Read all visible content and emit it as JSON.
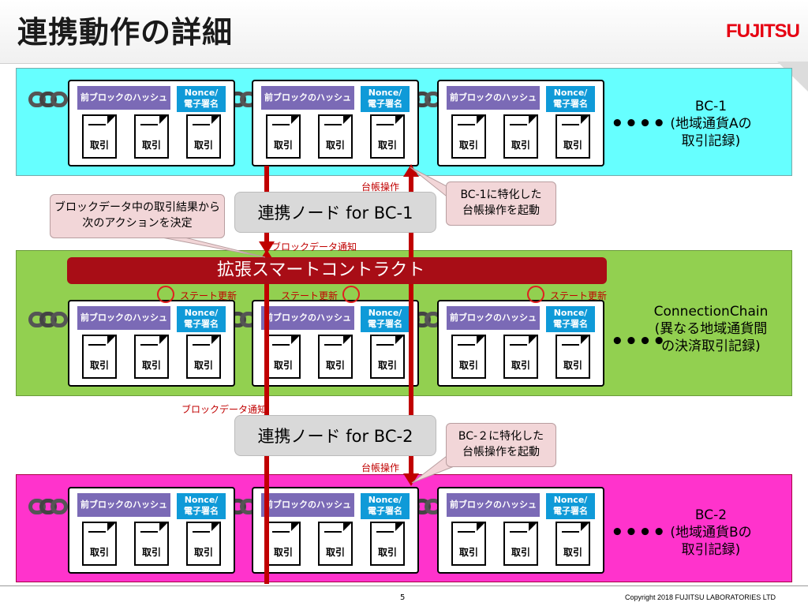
{
  "title": "連携動作の詳細",
  "logo": "FUJITSU",
  "block": {
    "prev_hash": "前ブロックのハッシュ",
    "nonce_line1": "Nonce/",
    "nonce_line2": "電子署名",
    "tx": "取引"
  },
  "ellipsis": "••••",
  "bands": {
    "bc1": {
      "line1": "BC-1",
      "line2": "(地域通貨Aの",
      "line3": "取引記録)"
    },
    "cc": {
      "line1": "ConnectionChain",
      "line2": "(異なる地域通貨間",
      "line3": "の決済取引記録)"
    },
    "bc2": {
      "line1": "BC-2",
      "line2": "(地域通貨Bの",
      "line3": "取引記録)"
    }
  },
  "contract": "拡張スマートコントラクト",
  "state_update": "ステート更新",
  "nodes": {
    "node1": "連携ノード for BC-1",
    "node2": "連携ノード for BC-2"
  },
  "labels": {
    "ledger_op": "台帳操作",
    "block_notify": "ブロックデータ通知"
  },
  "callouts": {
    "decide_line1": "ブロックデータ中の取引結果から",
    "decide_line2": "次のアクションを決定",
    "bc1_line1": "BC-1に特化した",
    "bc1_line2": "台帳操作を起動",
    "bc2_line1": "BC-２に特化した",
    "bc2_line2": "台帳操作を起動"
  },
  "colors": {
    "bc1_band": "#66ffff",
    "cc_band": "#92d050",
    "bc2_band": "#ff33cc",
    "contract": "#a80d16",
    "prev_hash": "#7b6ab6",
    "nonce": "#0f9ad8",
    "arrow": "#c00000",
    "logo": "#e60012"
  },
  "footer": {
    "page": "5",
    "copyright": "Copyright 2018 FUJITSU LABORATORIES LTD"
  }
}
